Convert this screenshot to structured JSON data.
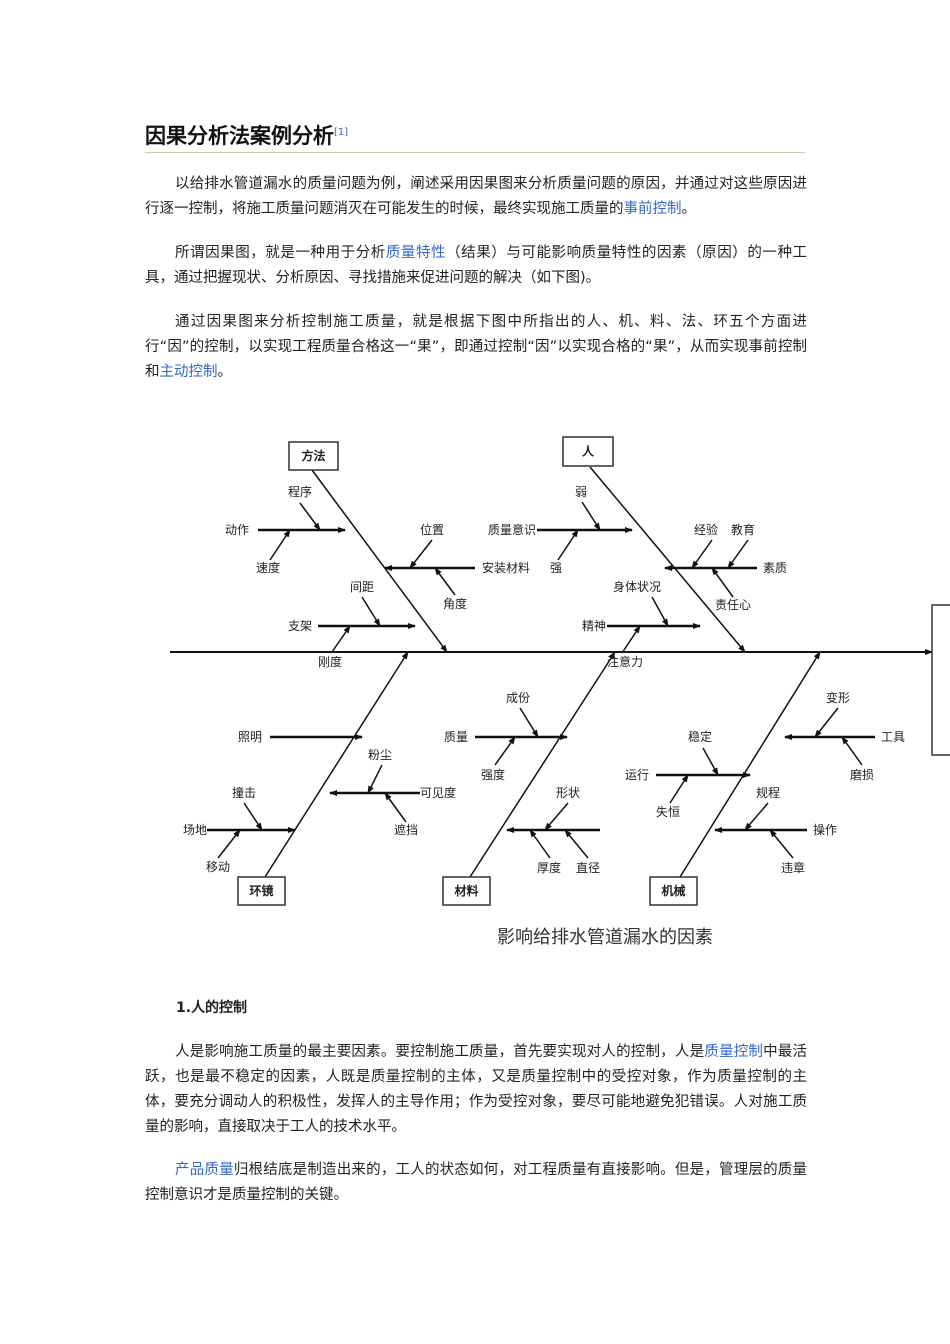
{
  "article": {
    "title": "因果分析法案例分析",
    "title_ref": "[1]",
    "p1": {
      "a": "以给排水管道漏水的质量问题为例，阐述采用因果图来分析质量问题的原因，并通过对这些原因进行逐一控制，将施工质量问题消灭在可能发生的时候，最终实现施工质量的",
      "link": "事前控制",
      "b": "。"
    },
    "p2": {
      "a": "所谓因果图，就是一种用于分析",
      "link": "质量特性",
      "b": "（结果）与可能影响质量特性的因素（原因）的一种工具，通过把握现状、分析原因、寻找措施来促进问题的解决（如下图)。"
    },
    "p3": {
      "a": "通过因果图来分析控制施工质量，就是根据下图中所指出的人、机、料、法、环五个方面进行“因”的控制，以实现工程质量合格这一“果”，即通过控制“因”以实现合格的“果”，从而实现事前控制和",
      "link": "主动控制",
      "b": "。"
    },
    "section1_heading": "1.人的控制",
    "p4": {
      "a": "人是影响施工质量的最主要因素。要控制施工质量，首先要实现对人的控制，人是",
      "link": "质量控制",
      "b": "中最活跃，也是最不稳定的因素，人既是质量控制的主体，又是质量控制中的受控对象，作为质量控制的主体，要充分调动人的积极性，发挥人的主导作用；作为受控对象，要尽可能地避免犯错误。人对施工质量的影响，直接取决于工人的技术水平。"
    },
    "p5": {
      "link": "产品质量",
      "b": "归根结底是制造出来的，工人的状态如何，对工程质量有直接影响。但是，管理层的质量控制意识才是质量控制的关键。"
    }
  },
  "diagram": {
    "categories": [
      "方法",
      "人",
      "环镜",
      "材料",
      "机械"
    ],
    "causes": [
      "动作",
      "程序",
      "速度",
      "位置",
      "安装材料",
      "角度",
      "间距",
      "支架",
      "刚度",
      "质量意识",
      "弱",
      "强",
      "经验",
      "教育",
      "素质",
      "责任心",
      "身体状况",
      "精神",
      "注意力",
      "照明",
      "粉尘",
      "可见度",
      "遮挡",
      "撞击",
      "场地",
      "移动",
      "成份",
      "质量",
      "强度",
      "形状",
      "厚度",
      "直径",
      "稳定",
      "运行",
      "失恒",
      "变形",
      "工具",
      "磨损",
      "规程",
      "操作",
      "违章"
    ],
    "caption": "影响给排水管道漏水的因素"
  },
  "colors": {
    "link": "#3366cc",
    "rule": "#cfc8b0"
  }
}
